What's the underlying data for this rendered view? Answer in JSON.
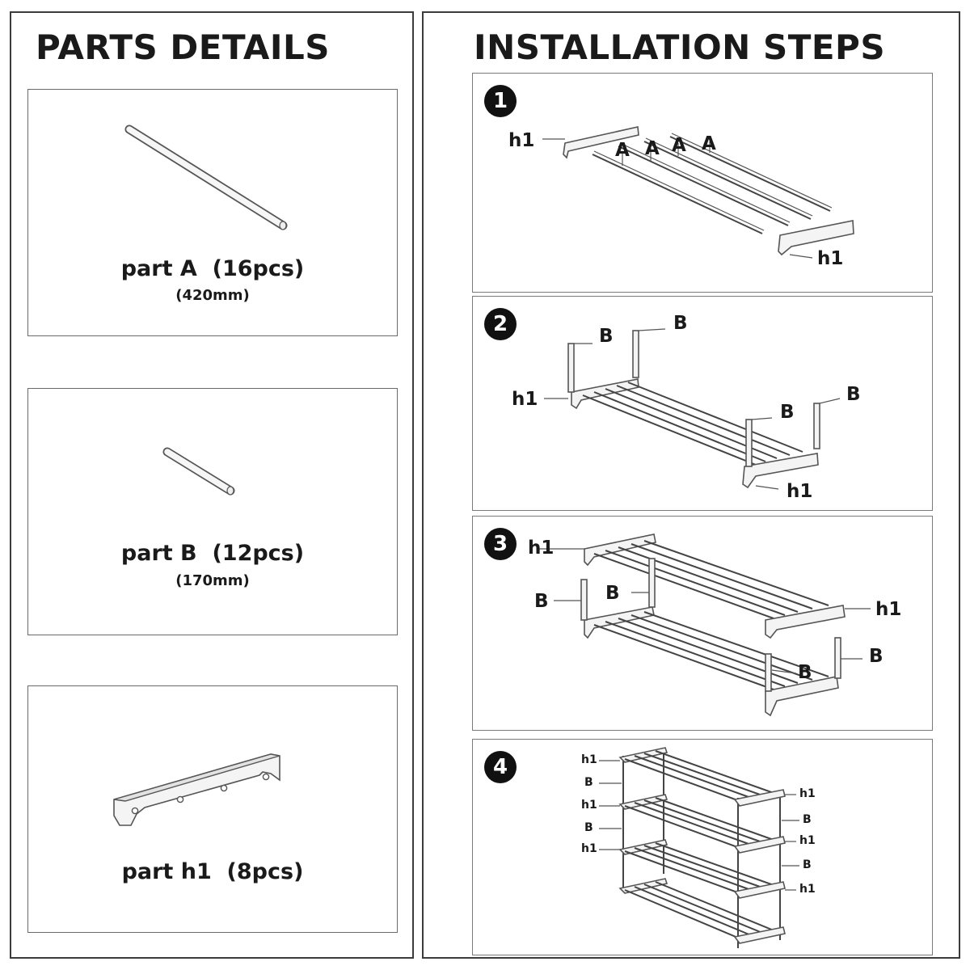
{
  "parts": {
    "title": "PARTS DETAILS",
    "items": [
      {
        "label": "part  A  (16pcs)",
        "size": "(420mm)"
      },
      {
        "label": "part  B  (12pcs)",
        "size": "(170mm)"
      },
      {
        "label": "part  h1  (8pcs)",
        "size": ""
      }
    ]
  },
  "install": {
    "title": "INSTALLATION STEPS",
    "steps": [
      {
        "number": "1",
        "labels": [
          "h1",
          "A",
          "A",
          "A",
          "A",
          "h1"
        ]
      },
      {
        "number": "2",
        "labels": [
          "B",
          "B",
          "h1",
          "B",
          "B",
          "h1"
        ]
      },
      {
        "number": "3",
        "labels": [
          "h1",
          "B",
          "B",
          "h1",
          "B",
          "B"
        ]
      },
      {
        "number": "4",
        "labels": [
          "h1",
          "B",
          "h1",
          "B",
          "h1",
          "h1",
          "B",
          "h1",
          "B",
          "h1"
        ]
      }
    ]
  }
}
